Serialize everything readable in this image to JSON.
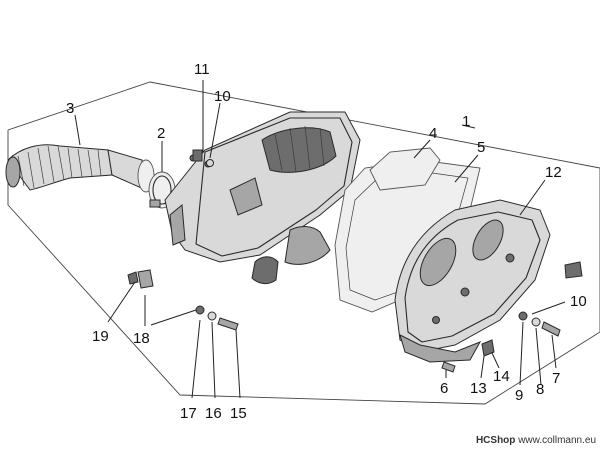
{
  "labels": {
    "n1": "1",
    "n2": "2",
    "n3": "3",
    "n4": "4",
    "n5": "5",
    "n6": "6",
    "n7": "7",
    "n8": "8",
    "n9": "9",
    "n10a": "10",
    "n10b": "10",
    "n11": "11",
    "n12": "12",
    "n13": "13",
    "n14": "14",
    "n15": "15",
    "n16": "16",
    "n17": "17",
    "n18": "18",
    "n19": "19"
  },
  "watermark": {
    "brand": "HCShop",
    "site": "www.collmann.eu"
  }
}
